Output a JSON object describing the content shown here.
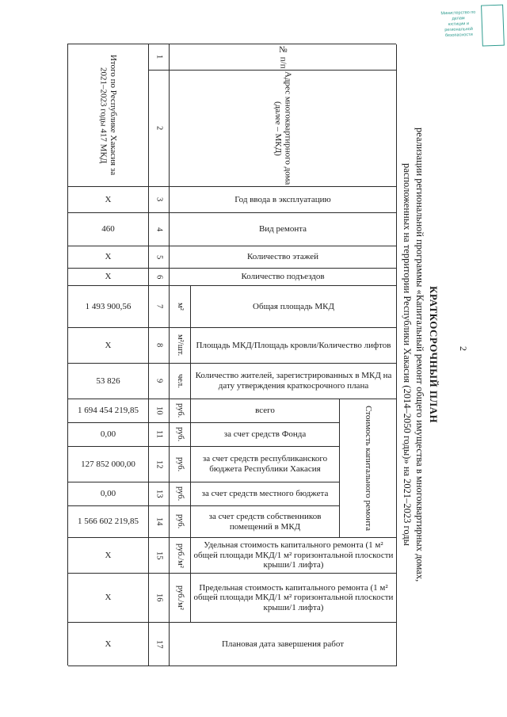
{
  "page": {
    "number": "2"
  },
  "stamp": {
    "color": "#2e9b8f",
    "lines": [
      "Министерство по делам",
      "юстиции и региональной",
      "безопасности"
    ]
  },
  "title": {
    "line1": "КРАТКОСРОЧНЫЙ ПЛАН",
    "line2": "реализации региональной программы «Капитальный ремонт общего имущества в многоквартирных домах,",
    "line3": "расположенных на территории Республики Хакасия (2014–2050 годы)» на 2021–2023 годы"
  },
  "table": {
    "summary_label": "Итого по Республике Хакасия за 2021–2023 годы 417 МКД",
    "group_header": "Стоимость капитального ремонта",
    "columns": [
      {
        "num": "1",
        "header": "№ п/п",
        "unit": "",
        "value": ""
      },
      {
        "num": "2",
        "header": "Адрес многоквартирного дома (далее – МКД)",
        "unit": "",
        "value": ""
      },
      {
        "num": "3",
        "header": "Год ввода в эксплуатацию",
        "unit": "",
        "value": "Х"
      },
      {
        "num": "4",
        "header": "Вид ремонта",
        "unit": "",
        "value": "460"
      },
      {
        "num": "5",
        "header": "Количество этажей",
        "unit": "",
        "value": "Х"
      },
      {
        "num": "6",
        "header": "Количество подъездов",
        "unit": "",
        "value": "Х"
      },
      {
        "num": "7",
        "header": "Общая площадь МКД",
        "unit": "м²",
        "value": "1 493 900,56"
      },
      {
        "num": "8",
        "header": "Площадь МКД/Площадь кровли/Количество лифтов",
        "unit": "м²/шт.",
        "value": "Х"
      },
      {
        "num": "9",
        "header": "Количество жителей, зарегистрированных в МКД на дату утверждения краткосрочного плана",
        "unit": "чел.",
        "value": "53 826"
      },
      {
        "num": "10",
        "header": "всего",
        "unit": "руб.",
        "value": "1 694 454 219,85"
      },
      {
        "num": "11",
        "header": "за счет средств Фонда",
        "unit": "руб.",
        "value": "0,00"
      },
      {
        "num": "12",
        "header": "за счет средств республиканского бюджета Республики Хакасия",
        "unit": "руб.",
        "value": "127 852 000,00"
      },
      {
        "num": "13",
        "header": "за счет средств местного бюджета",
        "unit": "руб.",
        "value": "0,00"
      },
      {
        "num": "14",
        "header": "за счет средств собственников помещений в МКД",
        "unit": "руб.",
        "value": "1 566 602 219,85"
      },
      {
        "num": "15",
        "header": "Удельная стоимость капитального ремонта (1 м² общей площади МКД/1 м² горизонтальной плоскости крыши/1 лифта)",
        "unit": "руб./м²",
        "value": "Х"
      },
      {
        "num": "16",
        "header": "Предельная стоимость капитального ремонта (1 м² общей площади МКД/1 м² горизонтальной плоскости крыши/1 лифта)",
        "unit": "руб./м²",
        "value": "Х"
      },
      {
        "num": "17",
        "header": "Плановая дата завершения работ",
        "unit": "",
        "value": "Х"
      }
    ]
  }
}
